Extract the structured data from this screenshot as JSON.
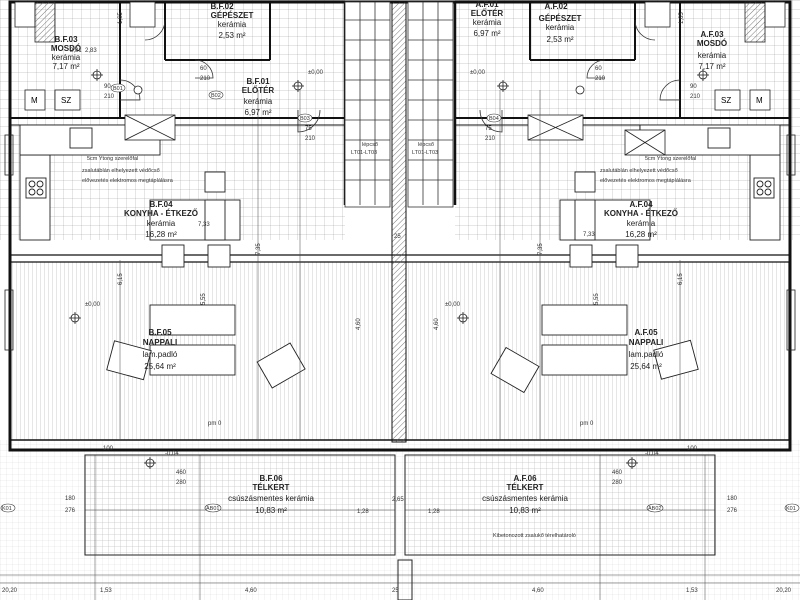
{
  "rooms": {
    "bf03": {
      "id": "B.F.03",
      "name": "MOSDÓ",
      "material": "kerámia",
      "area": "7,17 m²"
    },
    "bf02": {
      "id": "B.F.02",
      "name": "GÉPÉSZET",
      "material": "kerámia",
      "area": "2,53 m²"
    },
    "bf01": {
      "id": "B.F.01",
      "name": "ELŐTÉR",
      "material": "kerámia",
      "area": "6,97 m²"
    },
    "af01": {
      "id": "A.F.01",
      "name": "ELŐTÉR",
      "material": "kerámia",
      "area": "6,97 m²"
    },
    "af02": {
      "id": "A.F.02",
      "name": "GÉPÉSZET",
      "material": "kerámia",
      "area": "2,53 m²"
    },
    "af03": {
      "id": "A.F.03",
      "name": "MOSDÓ",
      "material": "kerámia",
      "area": "7,17 m²"
    },
    "bf04": {
      "id": "B.F.04",
      "name": "KONYHA - ÉTKEZŐ",
      "material": "kerámia",
      "area": "16,28 m²"
    },
    "af04": {
      "id": "A.F.04",
      "name": "KONYHA - ÉTKEZŐ",
      "material": "kerámia",
      "area": "16,28 m²"
    },
    "bf05": {
      "id": "B.F.05",
      "name": "NAPPALI",
      "material": "lam.padló",
      "area": "25,64 m²"
    },
    "af05": {
      "id": "A.F.05",
      "name": "NAPPALI",
      "material": "lam.padló",
      "area": "25,64 m²"
    },
    "bf06": {
      "id": "B.F.06",
      "name": "TÉLKERT",
      "material": "csúszásmentes kerámia",
      "area": "10,83 m²"
    },
    "af06": {
      "id": "A.F.06",
      "name": "TÉLKERT",
      "material": "csúszásmentes kerámia",
      "area": "10,83 m²"
    }
  },
  "notes": {
    "ytong_left": "5cm Ytong szerelőfal",
    "ytong_right": "5cm Ytong szerelőfal",
    "elec_left_1": "zsalutáblán elhelyezett védőcső",
    "elec_left_2": "elővezetés elektromos megtáplálásra",
    "elec_right_1": "zsalutáblán elhelyezett védőcső",
    "elec_right_2": "elővezetés elektromos megtáplálásra",
    "patio": "Kibetonozott zsalukő térelhatároló",
    "lepcso_left": "lépcső",
    "lepcso_right": "lépcső",
    "ltd_left": "LT01-LT03",
    "ltd_right": "LT01-LT03"
  },
  "levels": {
    "l1": "±0,00",
    "l2": "±0,00",
    "l3": "±0,00",
    "l4": "±0,00",
    "pm1": "pm 0",
    "pm2": "pm 0",
    "pm3": "-0,04",
    "pm4": "-0,04"
  },
  "fixtures": {
    "m1": "M",
    "sz1": "SZ",
    "m2": "M",
    "sz2": "SZ"
  },
  "dims": {
    "d_281": "2,81",
    "d_283": "2,83",
    "d_165a": "1,65",
    "d_165b": "1,65",
    "d_733a": "7,33",
    "d_733b": "7,33",
    "d_735a": "7,35",
    "d_735b": "7,35",
    "d_460a": "4,60",
    "d_460b": "4,60",
    "d_615a": "6,15",
    "d_615b": "6,15",
    "d_555a": "5,55",
    "d_555b": "5,55",
    "d_25a": "25",
    "d_25b": "25",
    "d_265": "2,65",
    "d_128a": "1,28",
    "d_128b": "1,28",
    "d_153a": "1,53",
    "d_153b": "1,53",
    "d_460c": "4,60",
    "d_460d": "4,60",
    "d_2020a": "20,20",
    "d_2020b": "20,20",
    "d_180a": "180",
    "d_276a": "276",
    "d_180b": "180",
    "d_276b": "276",
    "d_460e": "460",
    "d_280a": "280",
    "d_460f": "460",
    "d_280b": "280",
    "d_90a": "90",
    "d_210a": "210",
    "d_90b": "90",
    "d_210b": "210",
    "d_60a": "60",
    "d_210c": "210",
    "d_60b": "60",
    "d_210d": "210",
    "d_75a": "75",
    "d_210e": "210",
    "d_75b": "75",
    "d_210f": "210",
    "d_100a": "100",
    "d_100b": "100"
  },
  "tags": {
    "b01": "B01",
    "b02": "B02",
    "b03": "B03",
    "b04": "B04",
    "ab01": "AB01",
    "ab02": "AB02",
    "k01a": "K01",
    "k01b": "K01"
  }
}
